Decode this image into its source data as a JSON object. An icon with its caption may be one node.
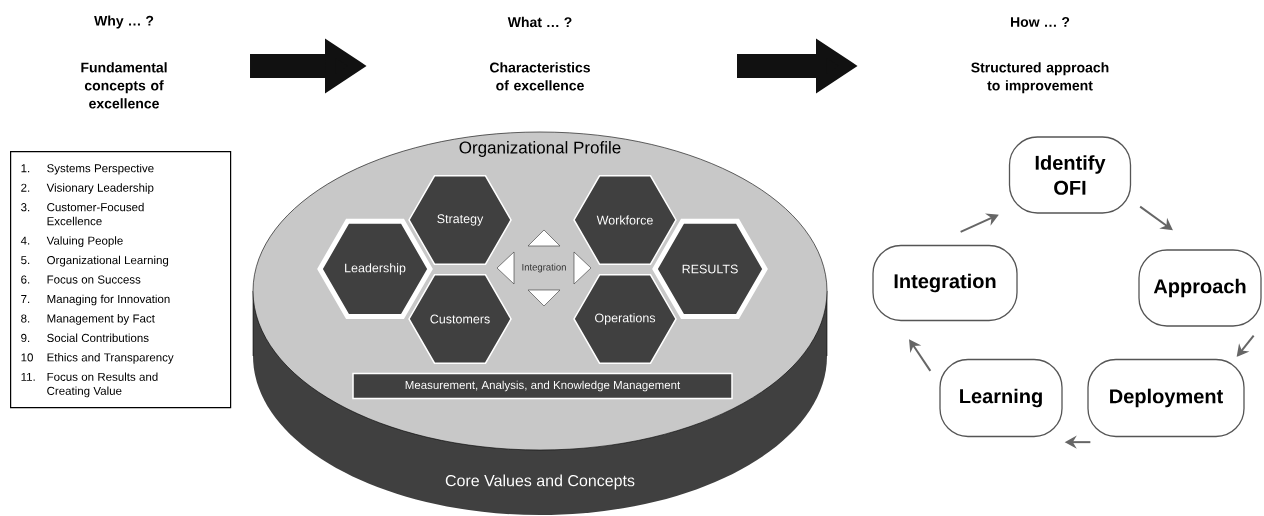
{
  "diagram": {
    "nodes": [
      {
        "text": [
          "1.",
          "Systems Perspective",
          "2.",
          "Visionary Leadership",
          "3.",
          "Customer-Focused Excellence",
          "4.",
          "Valuing People",
          "5.",
          "Organizational Learning",
          "6.",
          "Focus on Success",
          "7.",
          "Managing for Innovation",
          "8.",
          "Management by Fact",
          "9.",
          "Social Contributions",
          "10",
          "Ethics and Transparency",
          "11.",
          "Focus on Results and Creating Value"
        ]
      },
      {
        "text": [
          "Organizational Profile",
          "Core Values and Concepts"
        ]
      },
      {
        "text": [
          "Strategy"
        ],
        "in": 1
      },
      {
        "text": [
          "Workforce"
        ],
        "in": 1
      },
      {
        "text": [
          "Leadership"
        ],
        "in": 1
      },
      {
        "text": [
          "Integration"
        ],
        "in": 1
      },
      {
        "text": [
          "RESULTS"
        ],
        "in": 1
      },
      {
        "text": [
          "Customers"
        ],
        "in": 1
      },
      {
        "text": [
          "Operations"
        ],
        "in": 1
      },
      {
        "text": [
          "Measurement, Analysis, and Knowledge Management"
        ],
        "in": 1
      },
      {
        "text": [
          "Identify OFI"
        ]
      },
      {
        "text": [
          "Integration"
        ]
      },
      {
        "text": [
          "Approach"
        ]
      },
      {
        "text": [
          "Learning"
        ]
      },
      {
        "text": [
          "Deployment"
        ]
      }
    ],
    "edges": [
      {
        "from": 10,
        "to": 12,
        "arrow": "to"
      },
      {
        "from": 12,
        "to": 14,
        "arrow": "to"
      },
      {
        "from": 14,
        "to": 13,
        "arrow": "to"
      },
      {
        "from": 13,
        "to": 11,
        "arrow": "to"
      },
      {
        "from": 11,
        "to": 10,
        "arrow": "to"
      }
    ],
    "labels": [
      "Why … ?",
      "Fundamental concepts of excellence",
      "What … ?",
      "Characteristics of excellence",
      "How … ?",
      "Structured approach to improvement"
    ]
  }
}
